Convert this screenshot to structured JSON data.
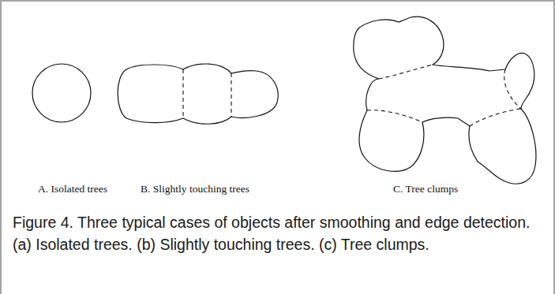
{
  "diagram": {
    "caption": "Figure 4. Three typical cases of objects after smoothing and edge detection. (a) Isolated trees. (b) Slightly touching trees. (c) Tree clumps.",
    "labels": [
      "A. Isolated trees",
      "B. Slightly touching trees",
      "C. Tree clumps"
    ]
  }
}
